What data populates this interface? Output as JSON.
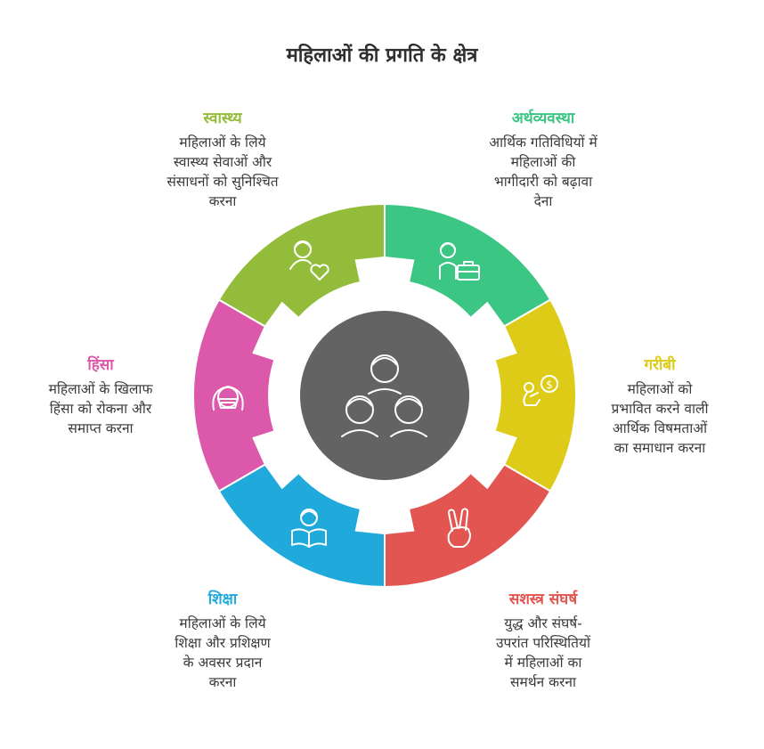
{
  "title": "महिलाओं की प्रगति के क्षेत्र",
  "colors": {
    "health": "#93BC3A",
    "economy": "#3CC684",
    "poverty": "#DECB18",
    "conflict": "#E25550",
    "education": "#20AADC",
    "violence": "#DC58AB",
    "center": "#636363"
  },
  "segments": {
    "health": {
      "title": "स्वास्थ्य",
      "desc": [
        "महिलाओं के लिये",
        "स्वास्थ्य सेवाओं और",
        "संसाधनों को सुनिश्चित",
        "करना"
      ],
      "icon": "woman-heart-icon"
    },
    "economy": {
      "title": "अर्थव्यवस्था",
      "desc": [
        "आर्थिक गतिविधियों में",
        "महिलाओं की",
        "भागीदारी को बढ़ावा",
        "देना"
      ],
      "icon": "woman-briefcase-icon"
    },
    "poverty": {
      "title": "गरीबी",
      "desc": [
        "महिलाओं को",
        "प्रभावित करने वाली",
        "आर्थिक विषमताओं",
        "का समाधान करना"
      ],
      "icon": "kneeling-dollar-icon"
    },
    "conflict": {
      "title": "सशस्त्र संघर्ष",
      "desc": [
        "युद्ध और संघर्ष-",
        "उपरांत परिस्थितियों",
        "में महिलाओं का",
        "समर्थन करना"
      ],
      "icon": "peace-hand-icon"
    },
    "education": {
      "title": "शिक्षा",
      "desc": [
        "महिलाओं के लिये",
        "शिक्षा और प्रशिक्षण",
        "के अवसर प्रदान",
        "करना"
      ],
      "icon": "reading-book-icon"
    },
    "violence": {
      "title": "हिंसा",
      "desc": [
        "महिलाओं के खिलाफ",
        "हिंसा को रोकना और",
        "समाप्त करना"
      ],
      "icon": "masked-woman-icon"
    }
  },
  "center_icon": "three-women-icon"
}
